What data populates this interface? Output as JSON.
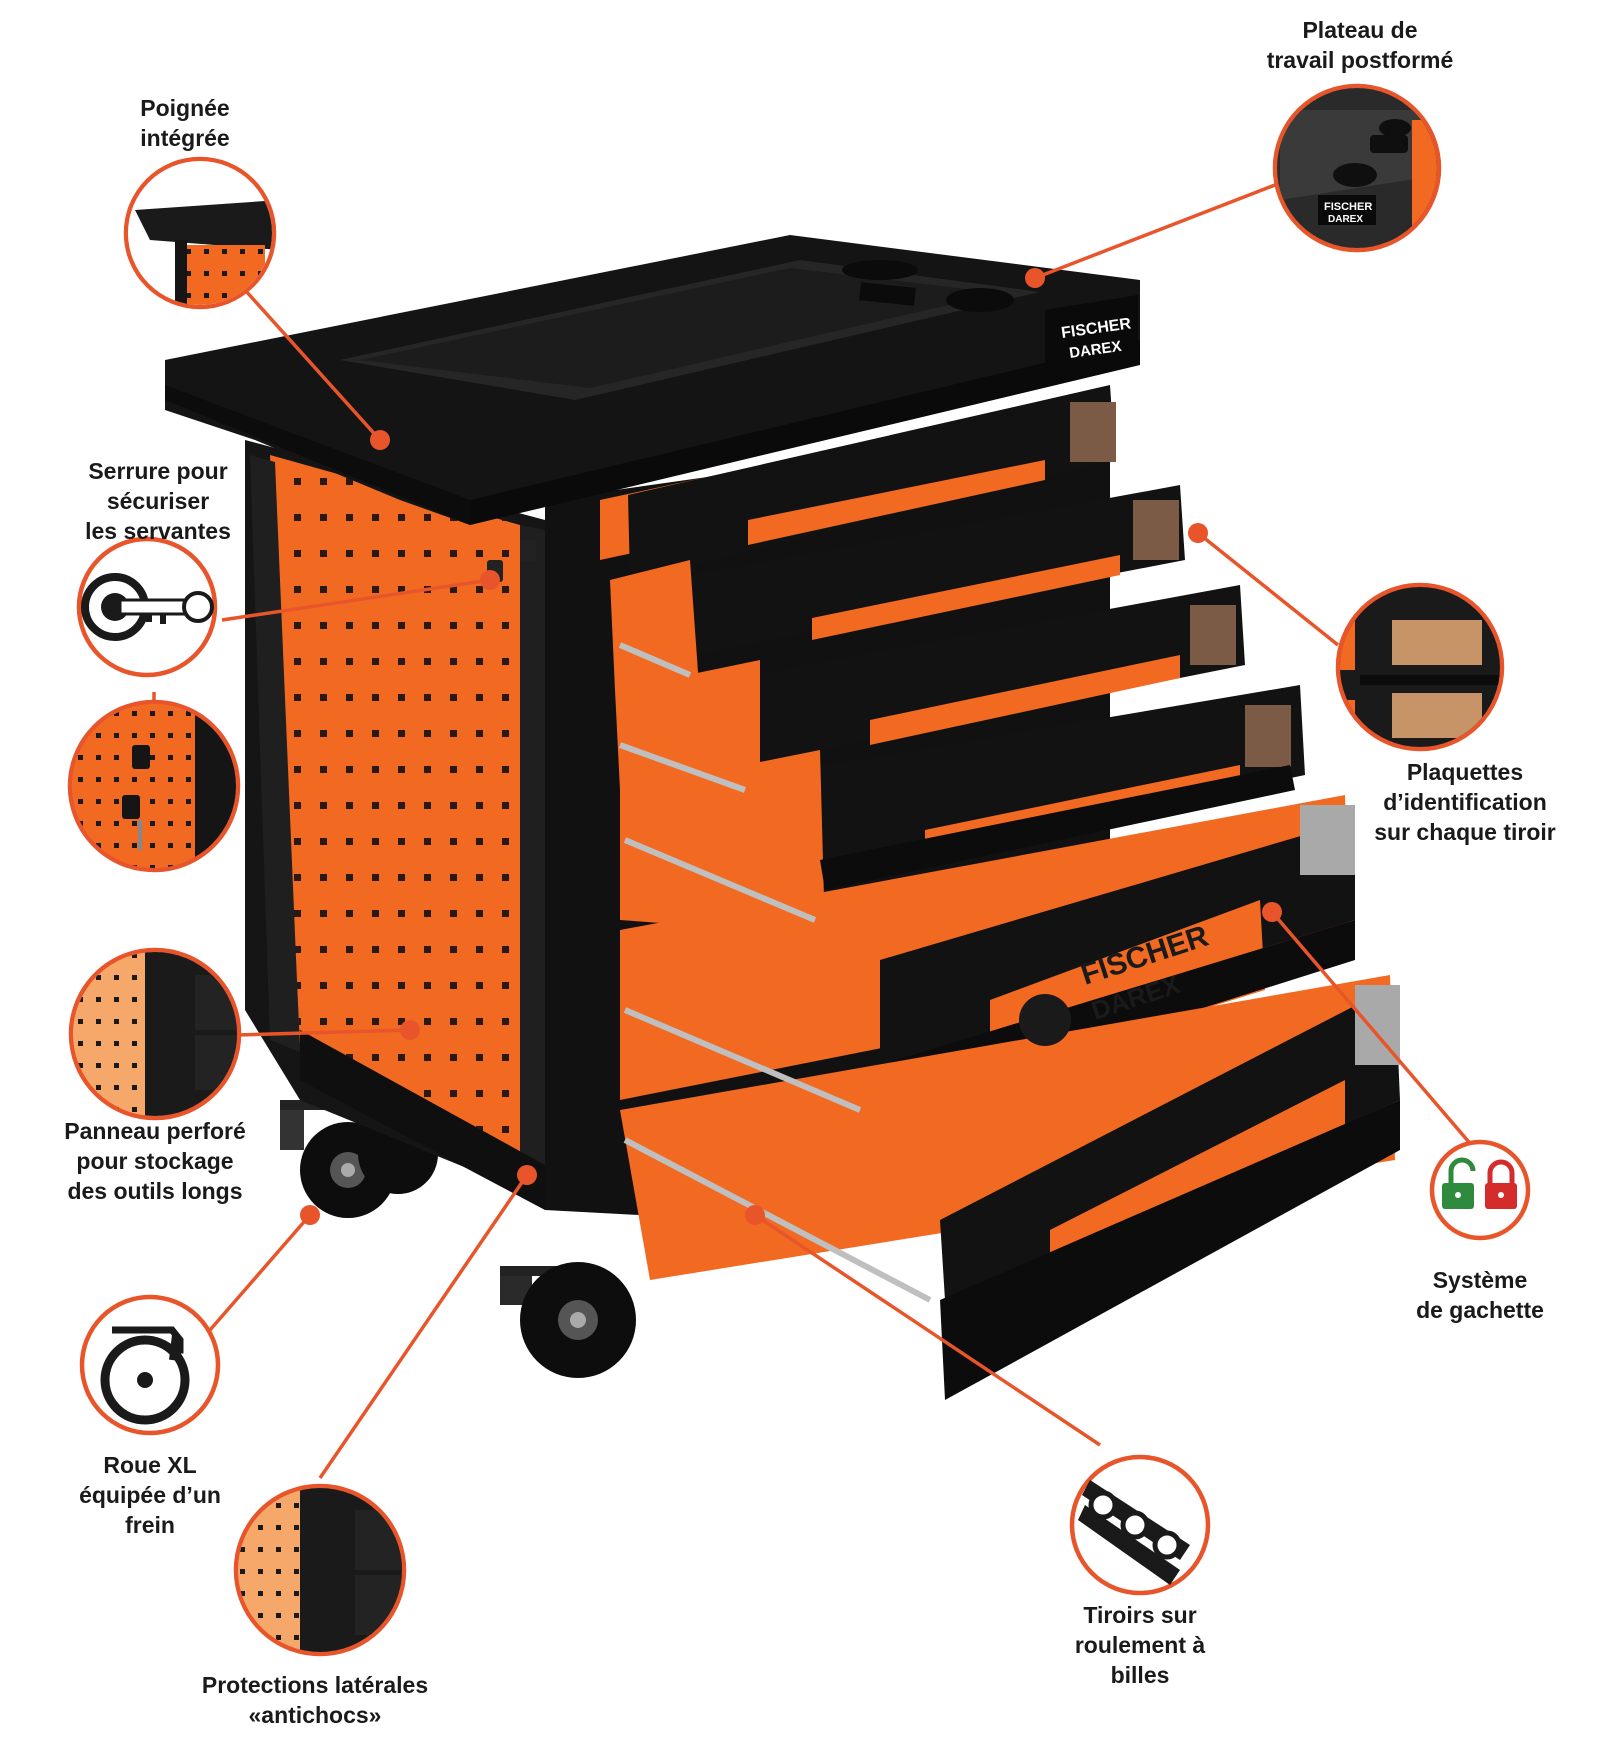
{
  "accent_color": "#e8552a",
  "product": {
    "body_color": "#f26a21",
    "frame_color": "#151515",
    "brand": [
      "FISCHER",
      "DAREX"
    ]
  },
  "callouts": {
    "plateau": [
      "Plateau de",
      "travail postformé"
    ],
    "poignee": [
      "Poignée",
      "intégrée"
    ],
    "serrure": [
      "Serrure pour",
      "sécuriser",
      "les servantes"
    ],
    "plaquettes": [
      "Plaquettes",
      "d’identification",
      "sur chaque tiroir"
    ],
    "panneau": [
      "Panneau perforé",
      "pour stockage",
      "des outils longs"
    ],
    "gachette": [
      "Système",
      "de gachette"
    ],
    "roue": [
      "Roue XL",
      "équipée d’un",
      "frein"
    ],
    "tiroirs": [
      "Tiroirs sur",
      "roulement à",
      "billes"
    ],
    "protections": [
      "Protections latérales",
      "«antichocs»"
    ]
  },
  "icons": {
    "key": "key-lock-icon",
    "padlocks": "padlocks-open-closed-icon",
    "wheel": "caster-wheel-icon",
    "bearings": "ball-bearing-icon"
  }
}
